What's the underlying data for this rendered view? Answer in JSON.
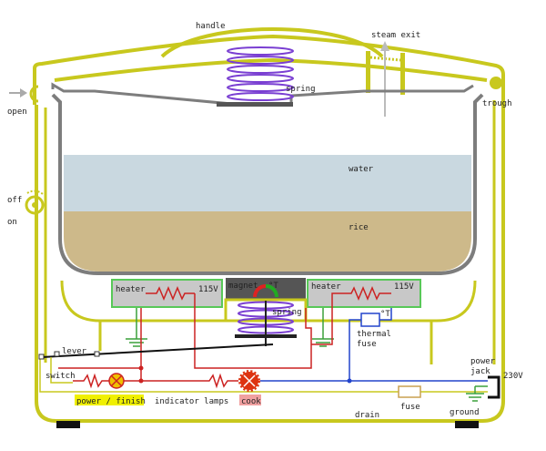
{
  "labels": {
    "handle": "handle",
    "steam_exit": "steam exit",
    "spring_top": "spring",
    "open": "open",
    "trough": "trough",
    "water": "water",
    "off": "off",
    "on": "on",
    "rice": "rice",
    "heater_left": "heater",
    "voltage_left": "115V",
    "magnet": "magnet",
    "temp_sensor": "°T",
    "heater_right": "heater",
    "voltage_right": "115V",
    "spring_bottom": "spring",
    "thermal_temp": "°T",
    "thermal_fuse_line1": "thermal",
    "thermal_fuse_line2": "fuse",
    "lever": "lever",
    "switch": "switch",
    "power_jack_line1": "power",
    "power_jack_line2": "jack",
    "voltage_main": "230V",
    "power_finish": "power / finish",
    "indicator_lamps": "indicator lamps",
    "cook": "cook",
    "fuse": "fuse",
    "ground": "ground",
    "drain": "drain"
  },
  "colors": {
    "body": "#c8c81e",
    "pot": "#7d7d7d",
    "water": "#c9d8e0",
    "rice": "#cdb98a",
    "spring": "#7a3fd2",
    "heater_fill": "#c8c8c8",
    "heater_border": "#58c858",
    "wire_red": "#cc2222",
    "wire_blue": "#2244cc",
    "wire_black": "#111111",
    "ground": "#3aa03a",
    "highlight_yellow": "#f0f000",
    "highlight_red": "#f0a0a0",
    "cook_lamp": "#dd3311",
    "power_lamp": "#f0c000"
  }
}
